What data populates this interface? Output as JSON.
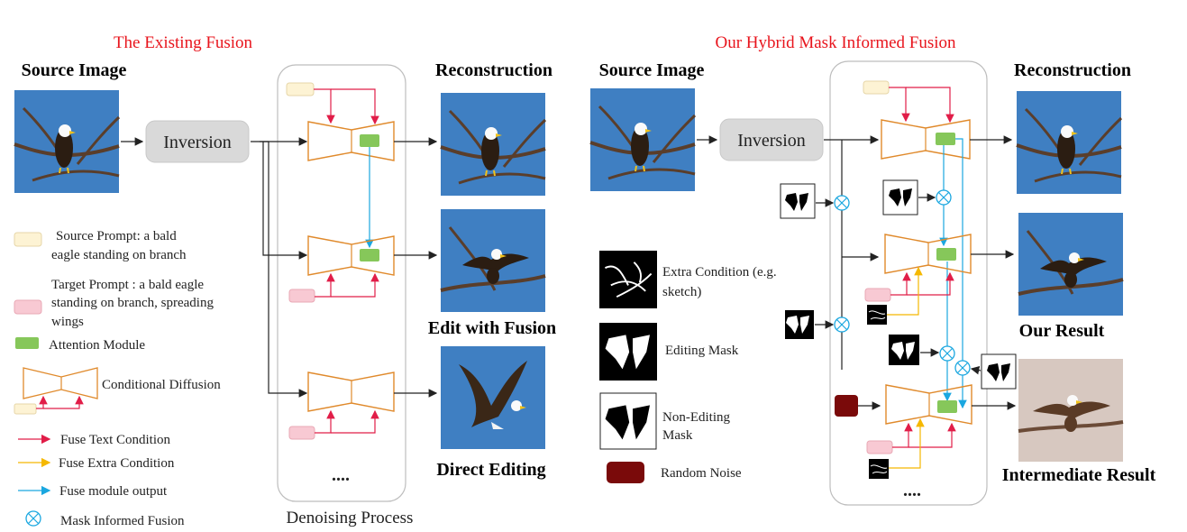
{
  "left": {
    "title": "The Existing Fusion",
    "source_label": "Source Image",
    "inversion_label": "Inversion",
    "reconstruction_label": "Reconstruction",
    "edit_fusion_label": "Edit with Fusion",
    "direct_editing_label": "Direct Editing",
    "denoising_label": "Denoising Process",
    "dots": "...."
  },
  "legend": {
    "source_prompt_line1": "Source Prompt: a bald",
    "source_prompt_line2": "eagle standing on branch",
    "target_prompt_line1": "Target Prompt : a bald eagle",
    "target_prompt_line2": "standing on branch, spreading",
    "target_prompt_line3": "wings",
    "attention_module": "Attention Module",
    "conditional_diffusion": "Conditional Diffusion",
    "fuse_text": "Fuse Text Condition",
    "fuse_extra": "Fuse Extra Condition",
    "fuse_module": "Fuse module output",
    "mask_informed": "Mask Informed Fusion"
  },
  "right": {
    "title": "Our Hybrid Mask Informed Fusion",
    "source_label": "Source Image",
    "inversion_label": "Inversion",
    "reconstruction_label": "Reconstruction",
    "our_result_label": "Our Result",
    "intermediate_label": "Intermediate Result",
    "dots": "....",
    "extra_condition_line1": "Extra Condition (e.g.",
    "extra_condition_line2": "sketch)",
    "editing_mask": "Editing Mask",
    "non_editing_line1": "Non-Editing",
    "non_editing_line2": "Mask",
    "random_noise": "Random Noise"
  },
  "colors": {
    "title_red": "#e8141c",
    "text_arrow": "#e11d48",
    "extra_arrow": "#f5b800",
    "module_arrow": "#1aa7e0",
    "unet": "#e08a2c",
    "attention": "#86c75a",
    "source_prompt": "#fdf3d4",
    "target_prompt": "#f8c9d3",
    "noise": "#7a0a0a",
    "inversion_bg": "#d9d9d9",
    "sky": "#3d7ec2"
  }
}
